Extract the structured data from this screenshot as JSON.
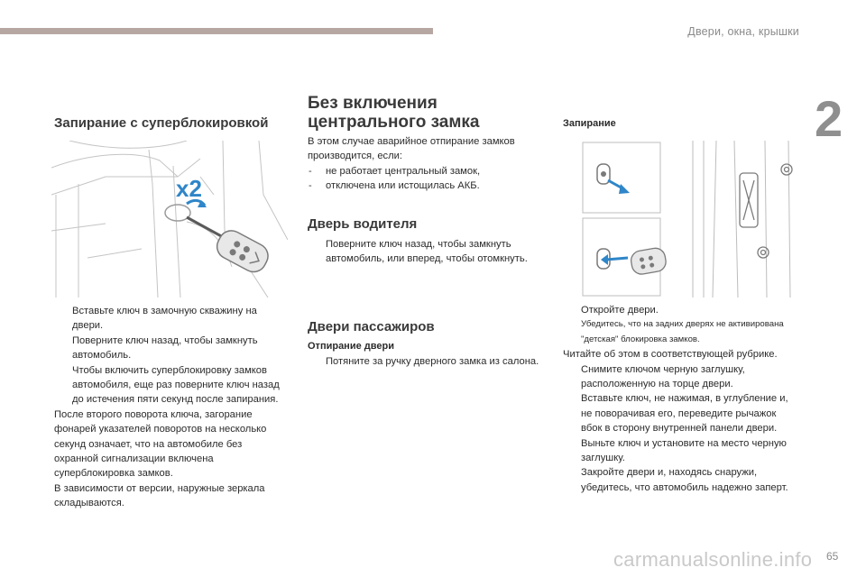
{
  "header": {
    "title": "Двери, окна, крышки",
    "chapter": "2",
    "page": "65"
  },
  "col1": {
    "title": "Запирание с суперблокировкой",
    "illustration": {
      "label": "x2"
    },
    "steps": [
      "Вставьте ключ в замочную скважину на двери.",
      "Поверните ключ назад, чтобы замкнуть автомобиль.",
      "Чтобы включить суперблокировку замков автомобиля, еще раз поверните ключ назад до истечения пяти секунд после запирания."
    ],
    "paragraphs": [
      "После второго поворота ключа, загорание фонарей указателей поворотов на несколько секунд означает, что на автомобиле без охранной сигнализации включена суперблокировка замков.",
      "В зависимости от версии, наружные зеркала складываются."
    ]
  },
  "col2": {
    "title": "Без включения центрального замка",
    "intro": "В этом случае аварийное отпирание замков производится, если:",
    "conditions": [
      "не работает центральный замок,",
      "отключена или истощилась АКБ."
    ],
    "driver": {
      "title": "Дверь водителя",
      "steps": [
        "Поверните ключ назад, чтобы замкнуть автомобиль, или вперед, чтобы отомкнуть."
      ]
    },
    "passenger": {
      "title": "Двери пассажиров",
      "subtitle": "Отпирание двери",
      "steps": [
        "Потяните за ручку дверного замка из салона."
      ]
    }
  },
  "col3": {
    "title": "Запирание",
    "steps_a": [
      "Откройте двери."
    ],
    "note": "Убедитесь, что на задних дверях не активирована \"детская\" блокировка замков.",
    "read_more": "Читайте об этом в соответствующей рубрике.",
    "steps_b": [
      "Снимите ключом черную заглушку, расположенную на торце двери.",
      "Вставьте ключ, не нажимая, в углубление и, не поворачивая его, переведите рычажок вбок в сторону внутренней панели двери.",
      "Выньте ключ и установите на место черную заглушку.",
      "Закройте двери и, находясь снаружи, убедитесь, что автомобиль надежно заперт."
    ]
  },
  "bullet_symbol": "",
  "dash_symbol": "-",
  "watermark": "carmanualsonline.info"
}
